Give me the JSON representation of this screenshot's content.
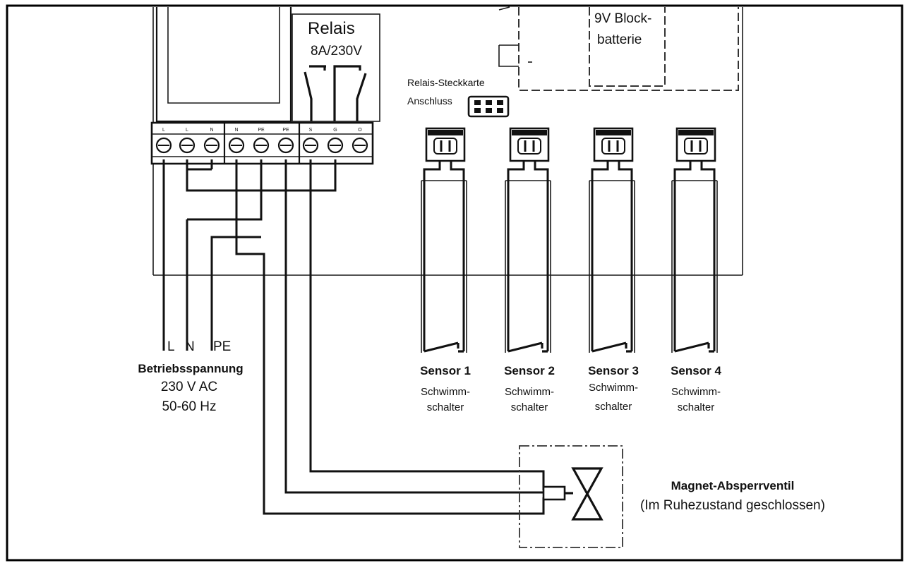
{
  "relay": {
    "title": "Relais",
    "rating": "8A/230V"
  },
  "battery": {
    "line1": "9V Block-",
    "line2": "batterie"
  },
  "relay_card": {
    "line1": "Relais-Steckkarte",
    "line2": "Anschluss"
  },
  "terminal_labels": [
    "L",
    "L",
    "N",
    "N",
    "PE",
    "PE",
    "S",
    "G",
    "O"
  ],
  "supply": {
    "wire_l": "L",
    "wire_n": "N",
    "wire_pe": "PE",
    "title": "Betriebsspannung",
    "voltage": "230 V AC",
    "frequency": "50-60 Hz"
  },
  "sensors": [
    {
      "name": "Sensor 1",
      "type_line1": "Schwimm-",
      "type_line2": "schalter"
    },
    {
      "name": "Sensor 2",
      "type_line1": "Schwimm-",
      "type_line2": "schalter"
    },
    {
      "name": "Sensor 3",
      "type_line1": "Schwimm-",
      "type_line2": "schalter"
    },
    {
      "name": "Sensor 4",
      "type_line1": "Schwimm-",
      "type_line2": "schalter"
    }
  ],
  "valve": {
    "title": "Magnet-Absperrventil",
    "subtitle": "(Im Ruhezustand geschlossen)"
  }
}
